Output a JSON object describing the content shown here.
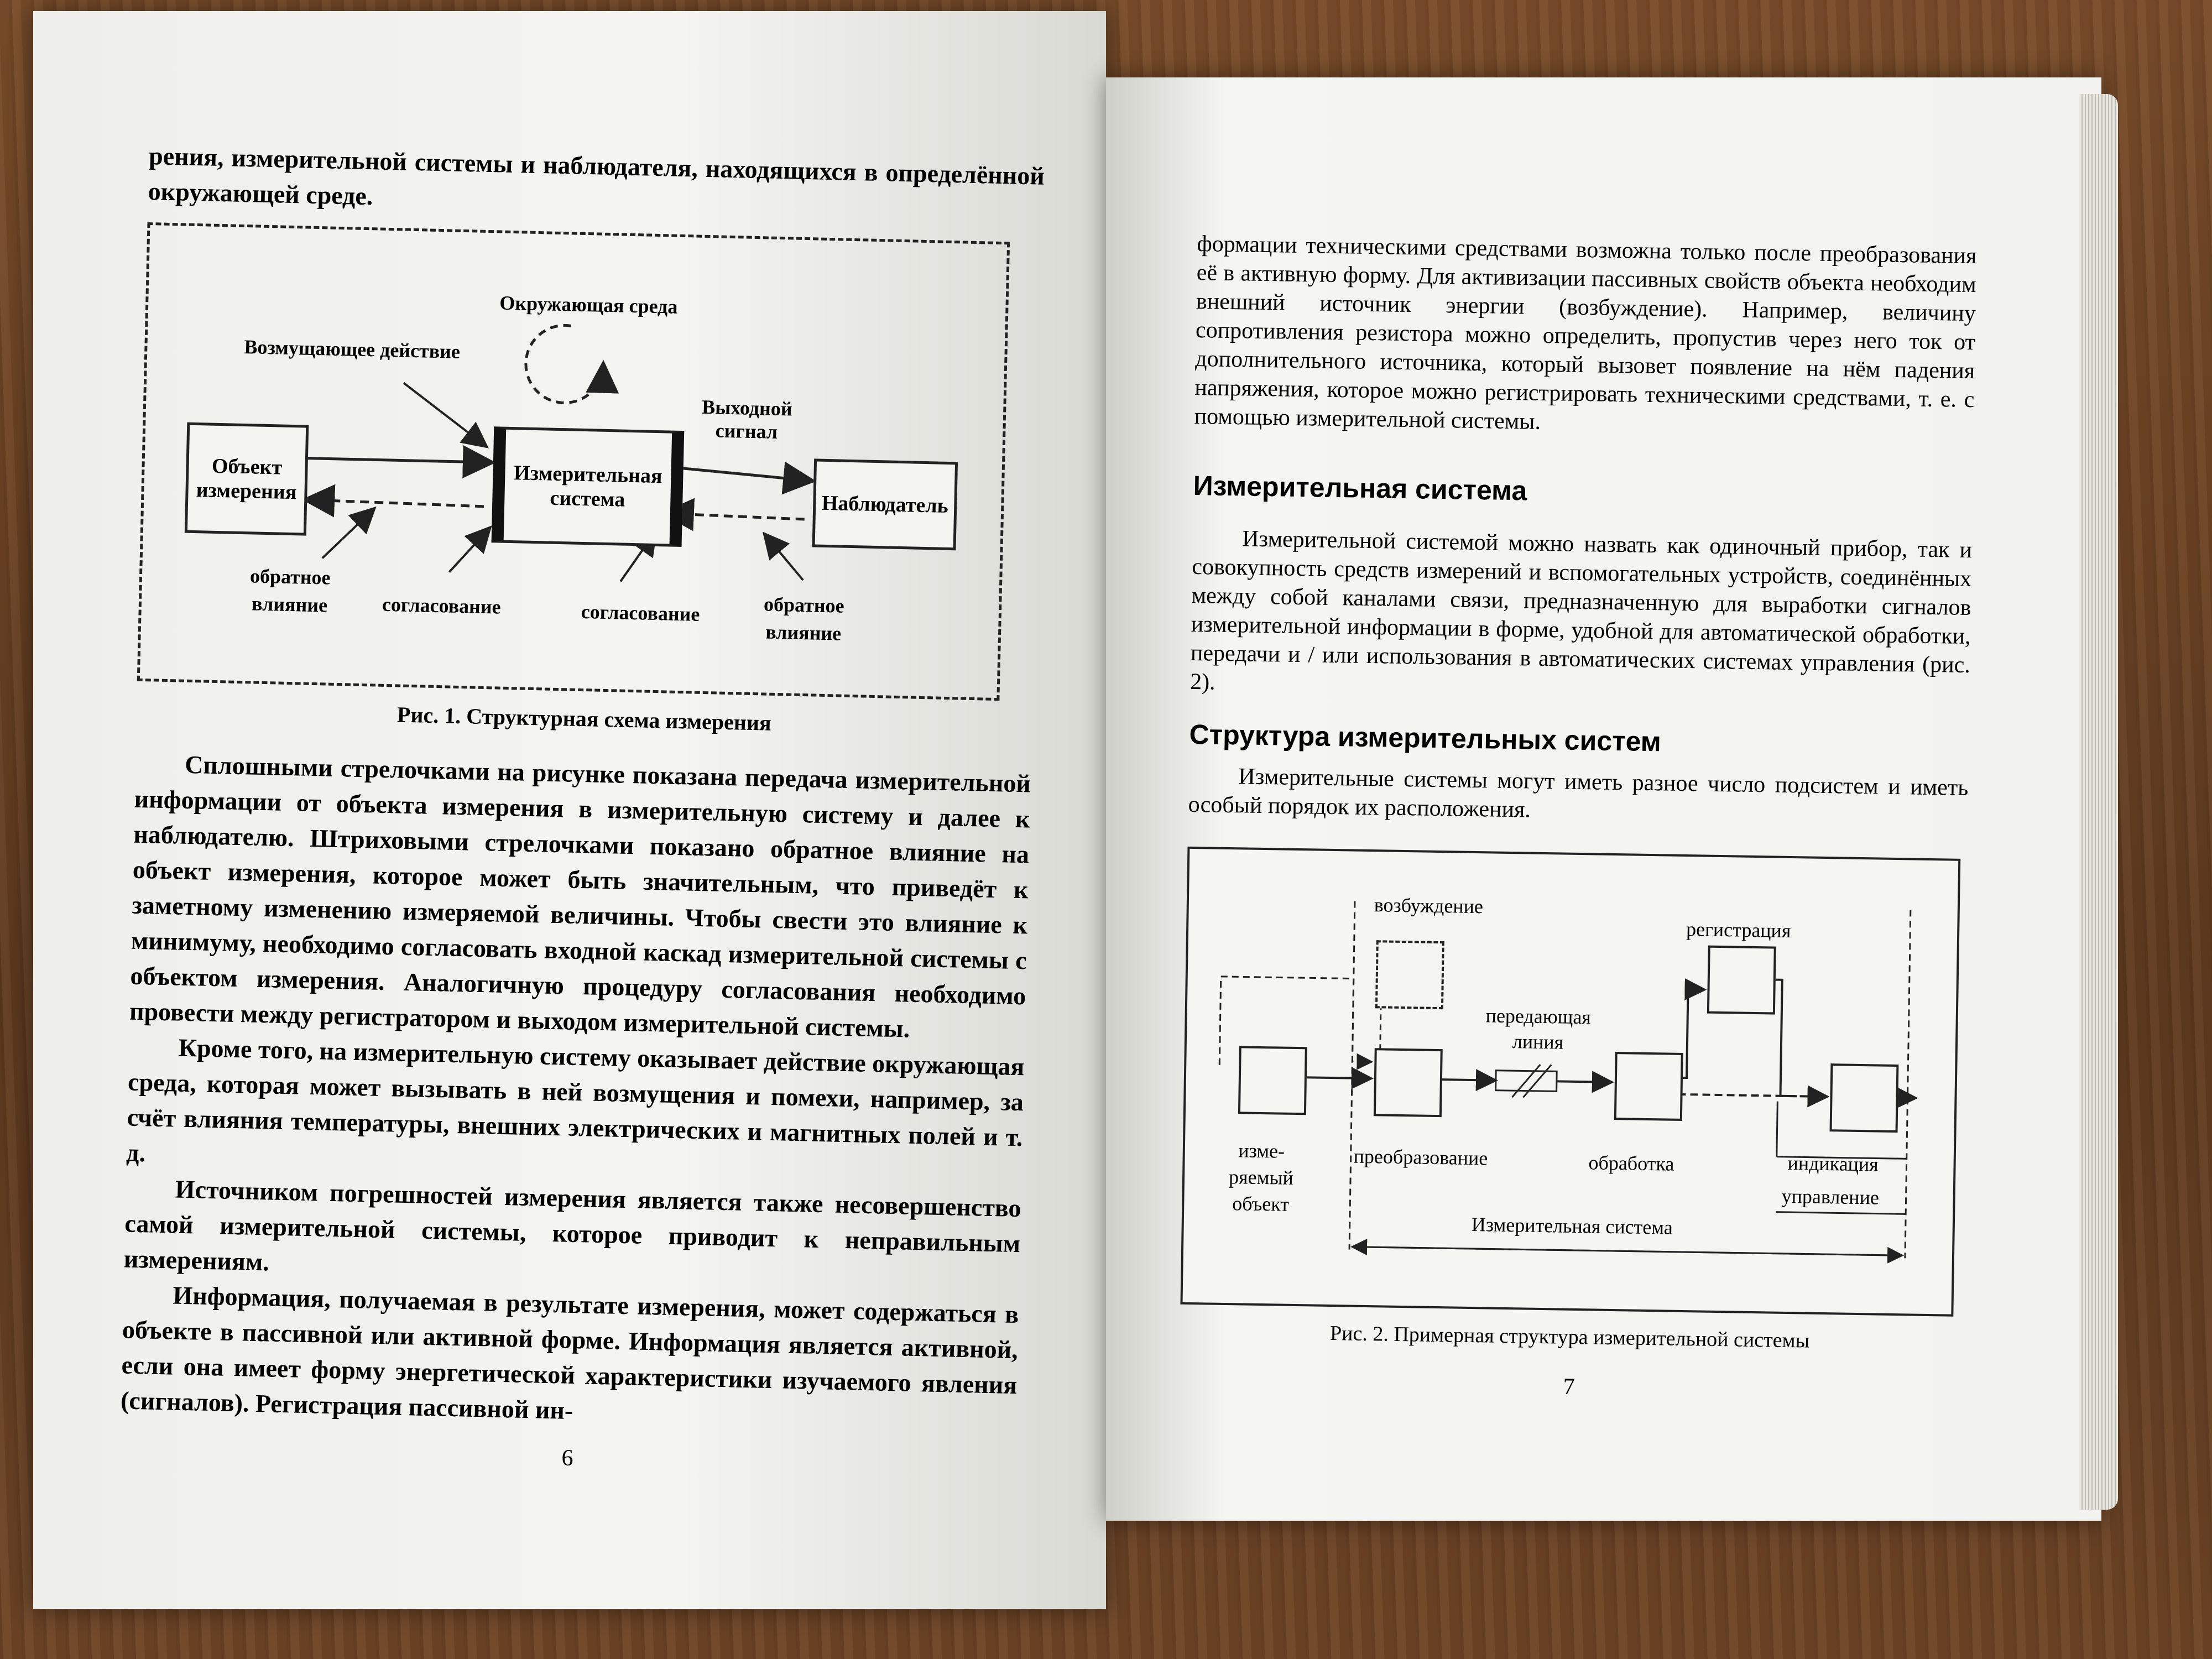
{
  "left_page": {
    "intro": "рения, измерительной системы и наблюдателя, находящихся в определённой окружающей среде.",
    "figure1": {
      "environment": "Окружающая среда",
      "disturbance": "Возмущающее действие",
      "object_box": [
        "Объект",
        "измерения"
      ],
      "system_box": [
        "Измерительная",
        "система"
      ],
      "observer_box": "Наблюдатель",
      "output_signal": [
        "Выходной",
        "сигнал"
      ],
      "feedback_left": [
        "обратное",
        "влияние"
      ],
      "matching_left": "согласование",
      "matching_right": "согласование",
      "feedback_right": [
        "обратное",
        "влияние"
      ]
    },
    "figure1_caption": "Рис. 1. Структурная схема измерения",
    "paragraphs": [
      "Сплошными стрелочками на рисунке показана передача измерительной информации от объекта измерения в измерительную систему и далее к наблюдателю. Штриховыми стрелочками показано обратное влияние на объект измерения, которое может быть значительным, что приведёт к заметному изменению измеряемой величины. Чтобы свести это влияние к минимуму, необходимо согласовать входной каскад измерительной системы с объектом измерения. Аналогичную процедуру согласования необходимо провести между регистратором и выходом измерительной системы.",
      "Кроме того, на измерительную систему оказывает действие окружающая среда, которая может вызывать в ней возмущения и помехи, например, за счёт влияния температуры, внешних электрических и магнитных полей и т. д.",
      "Источником погрешностей измерения является также несовершенство самой измерительной системы, которое приводит к неправильным измерениям.",
      "Информация, получаемая в результате измерения, может содержаться в объекте в пассивной или активной форме. Информация является активной, если она имеет форму энергетической характеристики изучаемого явления (сигналов). Регистрация пассивной ин-"
    ],
    "page_number": "6"
  },
  "right_page": {
    "intro": "формации техническими средствами возможна только после преобразования её в активную форму. Для активизации пассивных свойств объекта необходим внешний источник энергии (возбуждение). Например, величину сопротивления резистора можно определить, пропустив через него ток от дополнительного источника, который вызовет появление на нём падения напряжения, которое можно регистрировать техническими средствами, т. е. с помощью измерительной системы.",
    "heading1": "Измерительная система",
    "para1": "Измерительной системой можно назвать как одиночный прибор, так и совокупность средств измерений и вспомогательных устройств, соединённых между собой каналами связи, предназначенную для выработки сигналов измерительной информации в форме, удобной для автоматической обработки, передачи и / или использования в автоматических системах управления (рис. 2).",
    "heading2": "Структура измерительных систем",
    "para2": "Измерительные системы могут иметь разное число подсистем и иметь особый порядок их расположения.",
    "figure2": {
      "excitation": "возбуждение",
      "registration": "регистрация",
      "transmission_line": [
        "передающая",
        "линия"
      ],
      "measured_object": [
        "изме-",
        "ряемый",
        "объект"
      ],
      "conversion": "преобразование",
      "processing": "обработка",
      "indication": "индикация",
      "control": "управление",
      "system": "Измерительная система"
    },
    "figure2_caption": "Рис. 2. Примерная структура измерительной системы",
    "page_number": "7"
  }
}
